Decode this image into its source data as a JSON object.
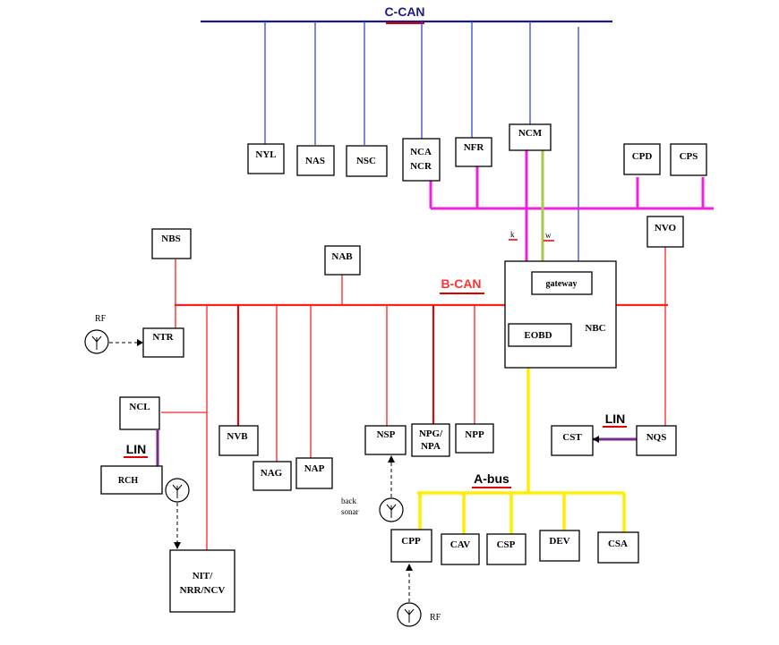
{
  "buses": {
    "c_can": "C-CAN",
    "b_can": "B-CAN",
    "a_bus": "A-bus",
    "lin_left": "LIN",
    "lin_right": "LIN"
  },
  "nodes": {
    "nyl": "NYL",
    "nas": "NAS",
    "nsc": "NSC",
    "nca_1": "NCA",
    "nca_2": "NCR",
    "nfr": "NFR",
    "ncm": "NCM",
    "cpd": "CPD",
    "cps": "CPS",
    "nvo": "NVO",
    "nbs": "NBS",
    "nab": "NAB",
    "gateway": "gateway",
    "eobd": "EOBD",
    "nbc": "NBC",
    "ntr": "NTR",
    "ncl": "NCL",
    "rch": "RCH",
    "nvb": "NVB",
    "nag": "NAG",
    "nap": "NAP",
    "nsp": "NSP",
    "npg_1": "NPG/",
    "npg_2": "NPA",
    "npp": "NPP",
    "cst": "CST",
    "nqs": "NQS",
    "cpp": "CPP",
    "cav": "CAV",
    "csp": "CSP",
    "dev": "DEV",
    "csa": "CSA",
    "nit_1": "NIT/",
    "nit_2": "NRR/NCV"
  },
  "annotations": {
    "rf_left": "RF",
    "rf_bottom": "RF",
    "back": "back",
    "sonar": "sonar",
    "k": "k",
    "w": "w"
  },
  "colors": {
    "c_can": "#1a1a8c",
    "b_can": "#ff2020",
    "a_bus": "#ffee00",
    "magenta": "#ee22dd",
    "lin": "#7a2a8a",
    "green": "#a8c84a",
    "blue_drop": "#3344dd",
    "dark_red": "#cc1010",
    "underline": "#dd0000"
  }
}
